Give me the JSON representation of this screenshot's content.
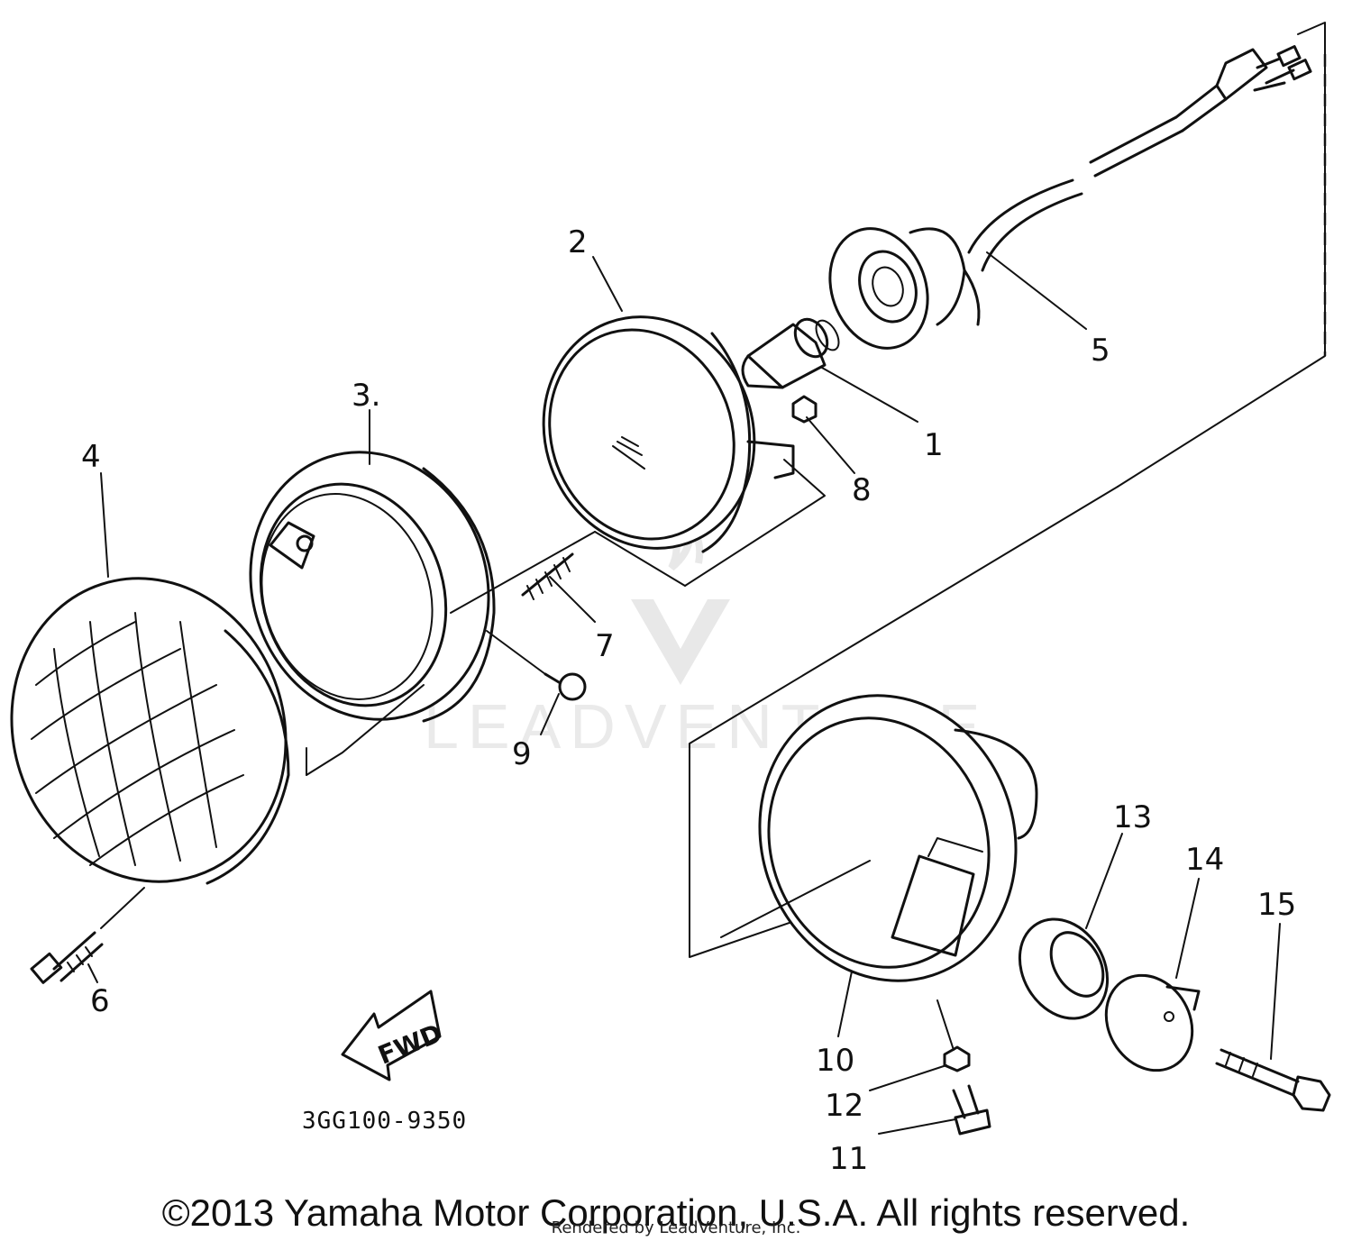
{
  "diagram": {
    "callouts": [
      {
        "id": "1",
        "label": "1"
      },
      {
        "id": "2",
        "label": "2"
      },
      {
        "id": "3",
        "label": "3."
      },
      {
        "id": "4",
        "label": "4"
      },
      {
        "id": "5",
        "label": "5"
      },
      {
        "id": "6",
        "label": "6"
      },
      {
        "id": "7",
        "label": "7"
      },
      {
        "id": "8",
        "label": "8"
      },
      {
        "id": "9",
        "label": "9"
      },
      {
        "id": "10",
        "label": "10"
      },
      {
        "id": "11",
        "label": "11"
      },
      {
        "id": "12",
        "label": "12"
      },
      {
        "id": "13",
        "label": "13"
      },
      {
        "id": "14",
        "label": "14"
      },
      {
        "id": "15",
        "label": "15"
      }
    ],
    "fwd_label": "FWD",
    "part_code": "3GG100-9350",
    "watermark": "LEADVENTURE"
  },
  "footer": {
    "copyright": "©2013 Yamaha Motor Corporation, U.S.A. All rights reserved.",
    "rendered_by": "Rendered by LeadVenture, Inc."
  }
}
